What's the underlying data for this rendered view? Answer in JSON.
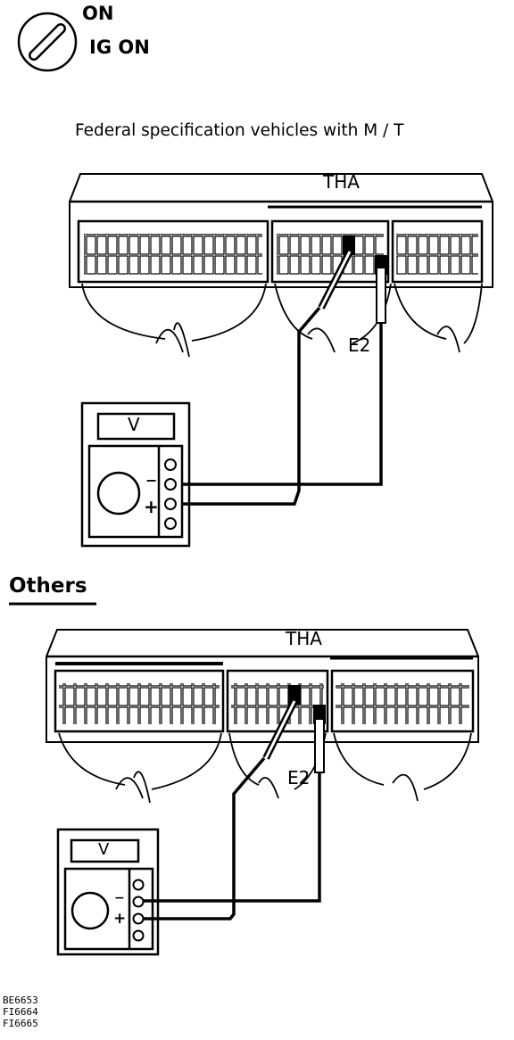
{
  "ignition": {
    "on": "ON",
    "ig_on": "IG ON"
  },
  "federal": {
    "caption": "Federal  specification vehicles  with M / T",
    "tha": "THA",
    "e2": "E2",
    "meter_label": "V",
    "minus": "−",
    "plus": "+"
  },
  "others": {
    "heading": "Others",
    "tha": "THA",
    "e2": "E2",
    "meter_label": "V",
    "minus": "−",
    "plus": "+"
  },
  "codes": [
    "BE6653",
    "FI6664",
    "FI6665"
  ]
}
